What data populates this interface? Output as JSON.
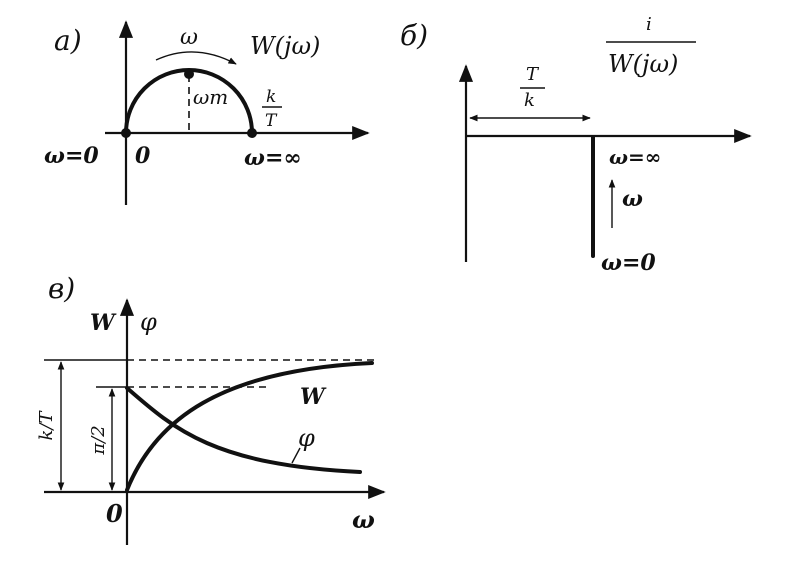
{
  "panel_a": {
    "label": "а)",
    "omega_arrow": "ω",
    "function": "W(jω)",
    "omega_t": "ωт",
    "k_over_t_num": "k",
    "k_over_t_den": "T",
    "omega_zero": "ω=0",
    "origin": "0",
    "omega_inf": "ω=∞"
  },
  "panel_b": {
    "label": "б)",
    "func_num": "i",
    "func_den": "W(jω)",
    "t_over_k_num": "T",
    "t_over_k_den": "k",
    "omega_inf": "ω=∞",
    "omega": "ω",
    "omega_zero": "ω=0"
  },
  "panel_c": {
    "label": "в)",
    "w_axis": "W",
    "phi_axis": "φ",
    "w_curve": "W",
    "phi_curve": "φ",
    "k_over_t": "k/T",
    "pi_over_2": "π/2",
    "origin": "0",
    "omega": "ω"
  },
  "colors": {
    "ink": "#111111",
    "paper": "#ffffff"
  }
}
